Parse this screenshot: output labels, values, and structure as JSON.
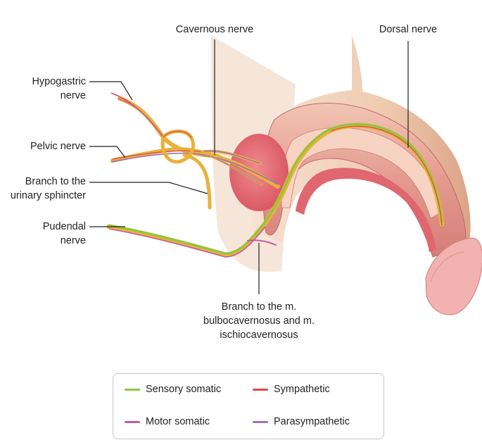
{
  "labels": {
    "cavernous_nerve": "Cavernous nerve",
    "dorsal_nerve": "Dorsal nerve",
    "hypogastric_nerve_line1": "Hypogastric",
    "hypogastric_nerve_line2": "nerve",
    "pelvic_nerve": "Pelvic nerve",
    "urinary_branch_line1": "Branch to the",
    "urinary_branch_line2": "urinary sphincter",
    "pudendal_nerve_line1": "Pudendal",
    "pudendal_nerve_line2": "nerve",
    "bulbo_branch_line1": "Branch to the m.",
    "bulbo_branch_line2": "bulbocavernosus and m.",
    "bulbo_branch_line3": "ischiocavernosus"
  },
  "legend": {
    "items": [
      {
        "label": "Sensory somatic",
        "color": "#8dc63f"
      },
      {
        "label": "Sympathetic",
        "color": "#e1484a"
      },
      {
        "label": "Motor somatic",
        "color": "#c45aa3"
      },
      {
        "label": "Parasympathetic",
        "color": "#9a6fc0"
      }
    ]
  },
  "colors": {
    "nerve_trunk": "#e9b13a",
    "skin": "#efcbb0",
    "tissue": "#d9827f",
    "bulb": "#e56a72",
    "leader_line": "#222222"
  }
}
